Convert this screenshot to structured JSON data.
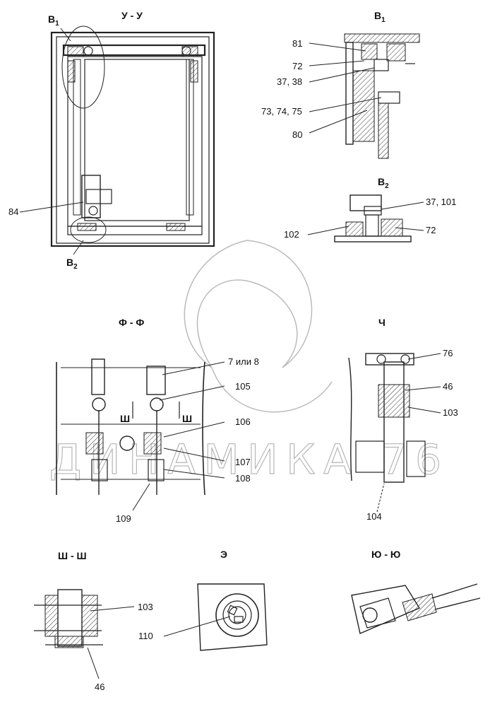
{
  "watermark": "ДИНАМИКА 76",
  "views": {
    "uu": {
      "title": "У - У",
      "b1": "B",
      "b1_sub": "1",
      "b2": "B",
      "b2_sub": "2",
      "callout_84": "84"
    },
    "b1": {
      "title": "B",
      "title_sub": "1",
      "labels": [
        "81",
        "72",
        "37, 38",
        "73, 74, 75",
        "80"
      ]
    },
    "b2": {
      "title": "B",
      "title_sub": "2",
      "labels": [
        "37, 101",
        "102",
        "72"
      ]
    },
    "ff": {
      "title": "Ф - Ф",
      "labels": [
        "7 или 8",
        "105",
        "106",
        "107",
        "108",
        "109"
      ],
      "section_marks": [
        "Ш",
        "Ш"
      ]
    },
    "ch": {
      "title": "Ч",
      "labels": [
        "76",
        "46",
        "103",
        "104"
      ]
    },
    "shsh": {
      "title": "Ш - Ш",
      "labels": [
        "103",
        "46"
      ]
    },
    "e": {
      "title": "Э",
      "labels": [
        "110"
      ]
    },
    "yuyu": {
      "title": "Ю - Ю"
    }
  }
}
